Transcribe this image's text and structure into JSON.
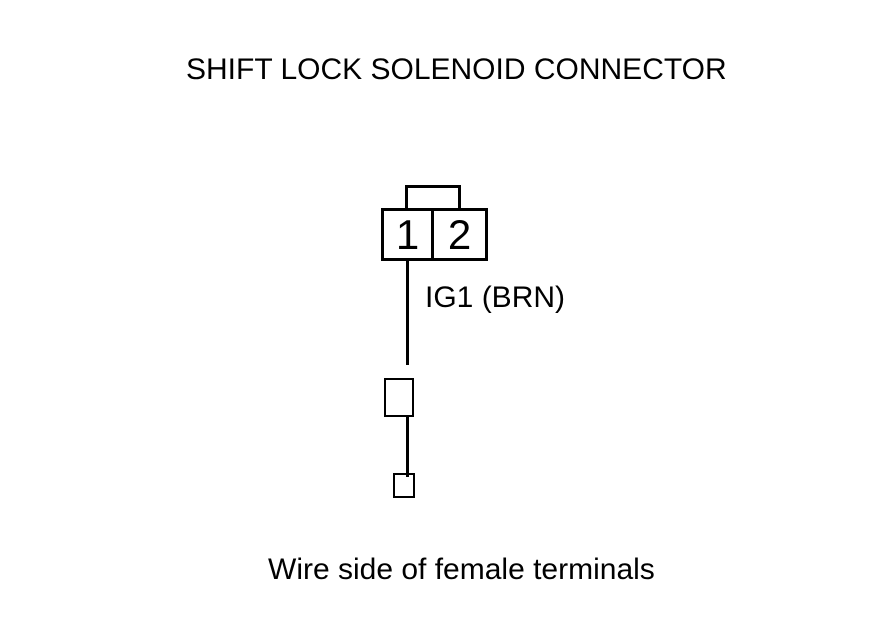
{
  "title": "SHIFT LOCK SOLENOID CONNECTOR",
  "connector": {
    "name": "shift-lock-solenoid-connector",
    "terminals": [
      {
        "number": "1"
      },
      {
        "number": "2"
      }
    ]
  },
  "wire": {
    "label": "IG1 (BRN)"
  },
  "caption": "Wire side of female terminals",
  "colors": {
    "ink": "#000000",
    "background": "#ffffff"
  }
}
